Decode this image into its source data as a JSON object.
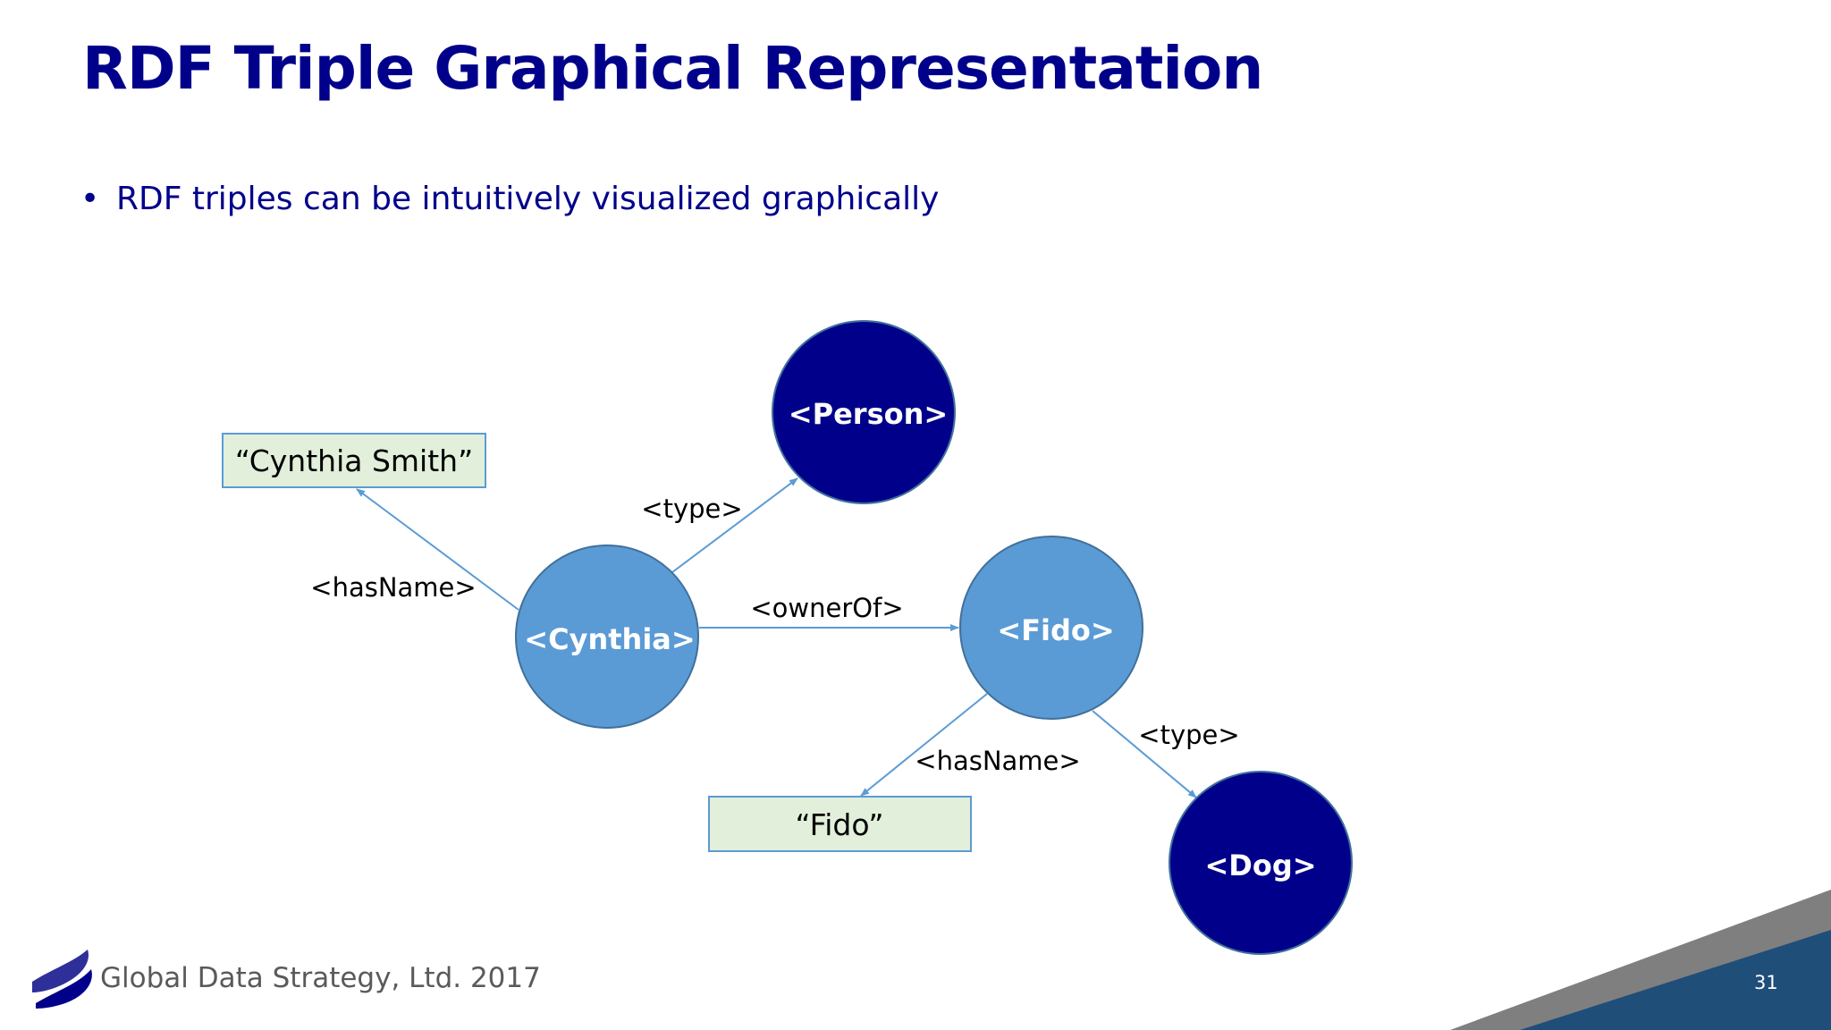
{
  "slide": {
    "title": "RDF Triple Graphical Representation",
    "bullet_symbol": "•",
    "bullets": [
      "RDF triples can be intuitively visualized graphically"
    ]
  },
  "diagram": {
    "nodes": {
      "person": "<Person>",
      "cynthia": "<Cynthia>",
      "fido": "<Fido>",
      "dog": "<Dog>",
      "literal_cynthia": "“Cynthia Smith”",
      "literal_fido": "“Fido”"
    },
    "edges": {
      "cynthia_type": "<type>",
      "cynthia_has_name": "<hasName>",
      "cynthia_owner_of": "<ownerOf>",
      "fido_has_name": "<hasName>",
      "fido_type": "<type>"
    },
    "colors": {
      "resource_class": "#00008b",
      "resource_instance": "#5b9bd5",
      "literal_fill": "#e2efda",
      "edge": "#5b9bd5",
      "title": "#00008b"
    }
  },
  "footer": {
    "company": "Global Data Strategy, Ltd. 2017",
    "page_number": "31",
    "logo_icon": "swoosh-logo-icon"
  }
}
